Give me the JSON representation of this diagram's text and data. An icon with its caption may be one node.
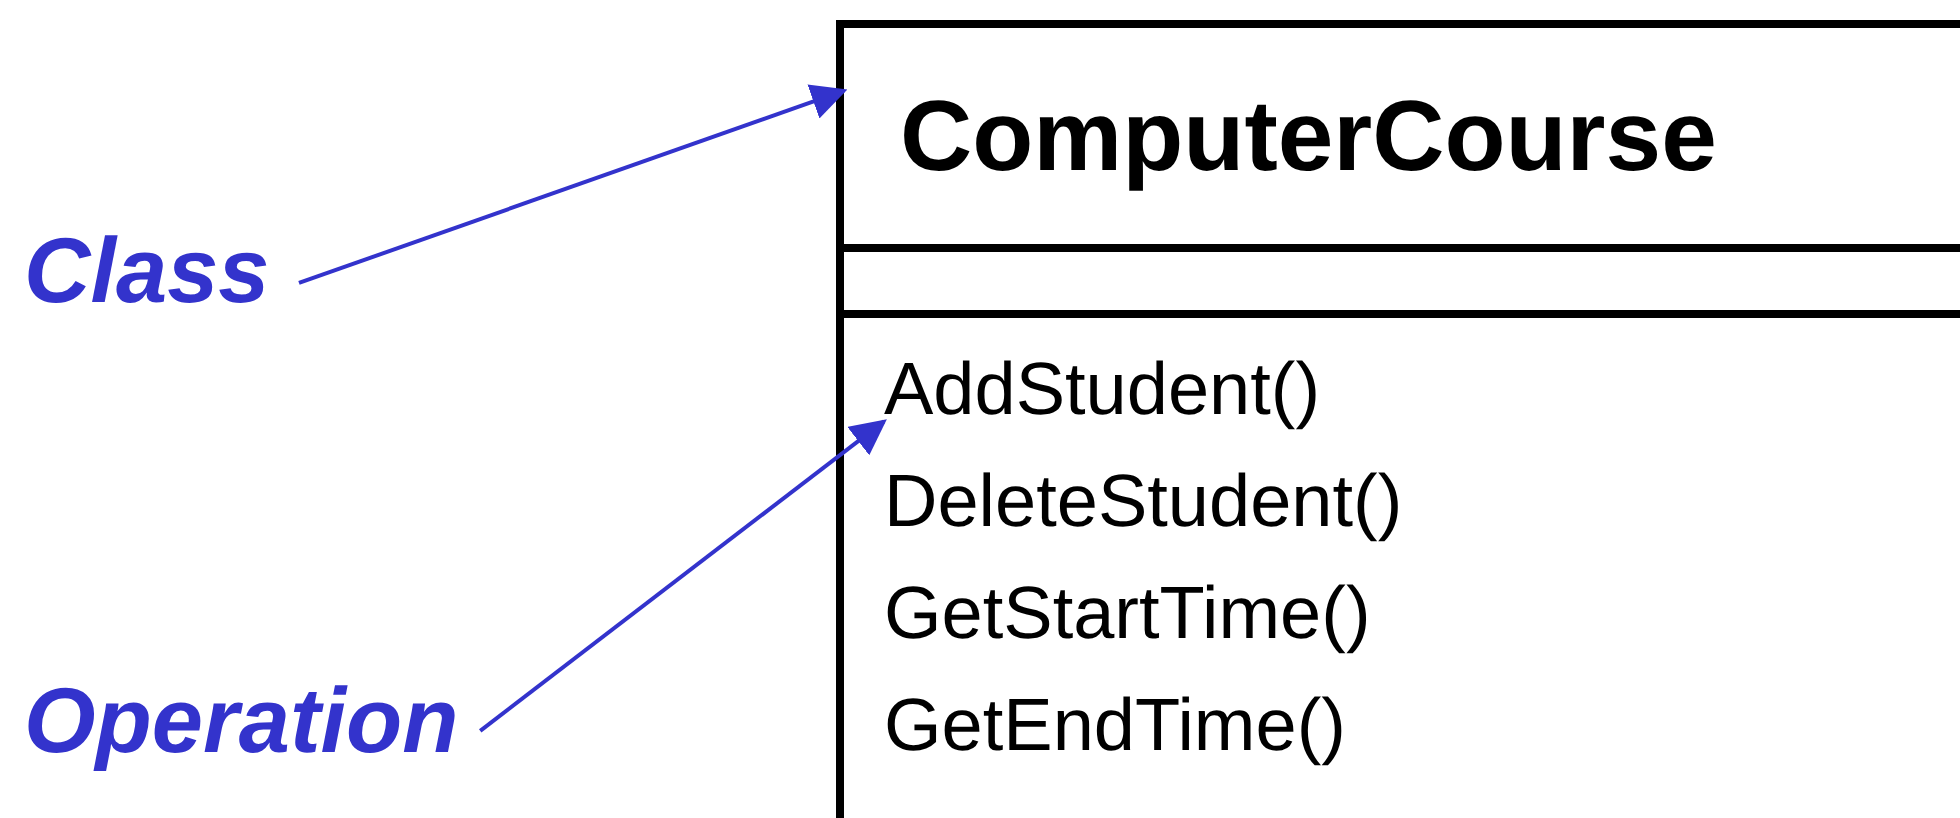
{
  "diagram": {
    "nodes": [
      {
        "text": [
          "Class"
        ]
      },
      {
        "text": [
          "Operation"
        ]
      },
      {
        "text": [],
        "shape": "box"
      },
      {
        "text": [
          "ComputerCourse"
        ],
        "in": 2
      },
      {
        "text": [],
        "shape": "box",
        "in": 2
      },
      {
        "text": [],
        "shape": "box",
        "in": 2
      },
      {
        "text": [
          "AddStudent()"
        ],
        "in": 5
      },
      {
        "text": [
          "DeleteStudent()"
        ],
        "in": 5
      },
      {
        "text": [
          "GetStartTime()"
        ],
        "in": 5
      },
      {
        "text": [
          "GetEndTime()"
        ],
        "in": 5
      }
    ],
    "edges": [
      {
        "from": 0,
        "to": 3,
        "arrow": "to"
      },
      {
        "from": 1,
        "to": 6,
        "arrow": "to"
      }
    ]
  }
}
